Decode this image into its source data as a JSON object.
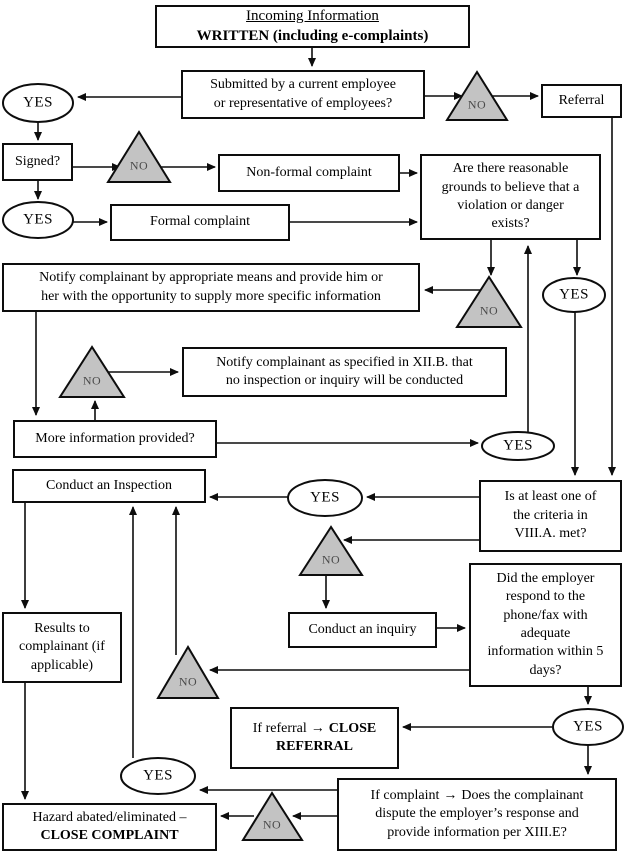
{
  "labels": {
    "yes": "YES",
    "no": "NO"
  },
  "nodes": {
    "incoming": [
      "Incoming Information",
      "WRITTEN (including e-complaints)"
    ],
    "submitted": [
      "Submitted by a current employee",
      "or representative of employees?"
    ],
    "referral": "Referral",
    "signed": "Signed?",
    "nonformal": "Non-formal complaint",
    "formal": "Formal complaint",
    "reasonable": [
      "Are there reasonable",
      "grounds to believe that a",
      "violation or danger",
      "exists?"
    ],
    "notify_wide": [
      "Notify complainant by appropriate means and provide him or",
      "her with the opportunity to supply more specific information"
    ],
    "notify_xiib": [
      "Notify complainant as specified in XII.B. that",
      "no inspection or inquiry will be conducted"
    ],
    "more_info": "More information provided?",
    "inspection": "Conduct an Inspection",
    "criteria": [
      "Is at least one of",
      "the criteria in",
      "VIII.A. met?"
    ],
    "inquiry": "Conduct an inquiry",
    "employer": [
      "Did the employer",
      "respond to the",
      "phone/fax with",
      "adequate",
      "information within 5",
      "days?"
    ],
    "results": [
      "Results to",
      "complainant (if",
      "applicable)"
    ],
    "if_referral": {
      "pre": "If referral",
      "arrow": "→",
      "close1": "CLOSE",
      "close2": "REFERRAL"
    },
    "if_complaint": {
      "pre": "If complaint",
      "arrow": "→",
      "l1": "Does the complainant",
      "l2": "dispute the employer’s response and",
      "l3": "provide information per XIII.E?"
    },
    "hazard": [
      "Hazard abated/eliminated –",
      "CLOSE COMPLAINT"
    ]
  },
  "colors": {
    "triangle_fill": "#c3c3c3",
    "line": "#0d0d0d"
  }
}
